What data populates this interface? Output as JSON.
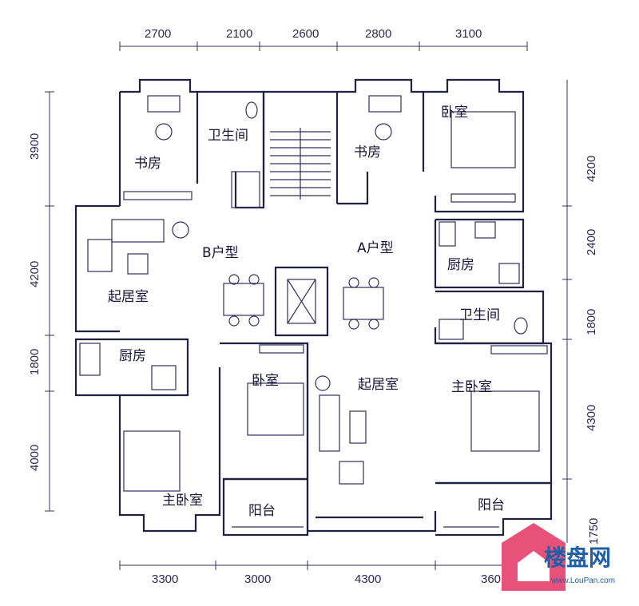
{
  "dimensions": {
    "top": [
      "2700",
      "2100",
      "2600",
      "2800",
      "3100"
    ],
    "bottom": [
      "3300",
      "3000",
      "4300",
      "360"
    ],
    "left": [
      "3900",
      "4200",
      "1800",
      "4000"
    ],
    "right": [
      "4200",
      "2400",
      "1800",
      "4300",
      "1750"
    ]
  },
  "rooms": {
    "b_study": "书房",
    "b_bath": "卫生间",
    "a_study": "书房",
    "a_bedroom": "卧室",
    "b_type": "B户型",
    "a_type": "A户型",
    "a_kitchen": "厨房",
    "a_bath": "卫生间",
    "b_living": "起居室",
    "b_kitchen": "厨房",
    "b_bedroom": "卧室",
    "a_living": "起居室",
    "a_master": "主卧室",
    "b_master": "主卧室",
    "b_balcony": "阳台",
    "a_balcony": "阳台"
  },
  "watermark": {
    "brand": "楼盘网",
    "url": "www.LouPan.com",
    "colors": {
      "badge": "#e8527a",
      "text": "#1f5fa8"
    }
  }
}
